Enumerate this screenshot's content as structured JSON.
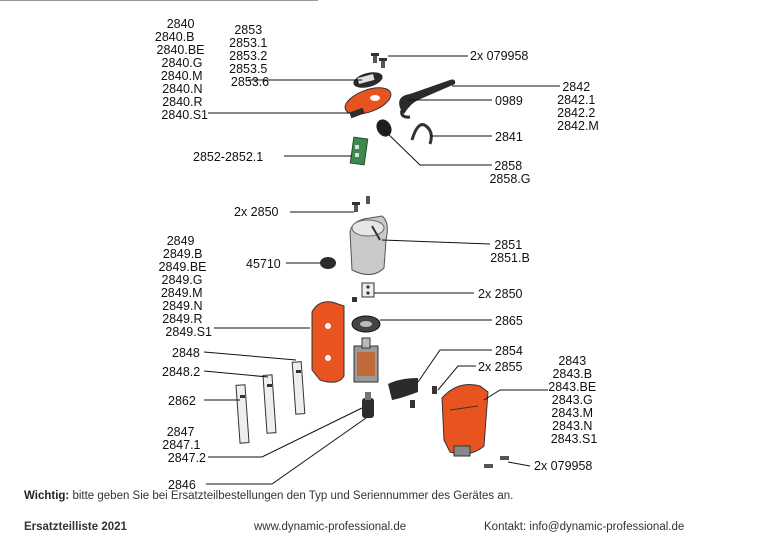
{
  "diagram": {
    "part_labels": {
      "group_2840": [
        "2840",
        "2840.B",
        "2840.BE",
        "2840.G",
        "2840.M",
        "2840.N",
        "2840.R",
        "2840.S1"
      ],
      "group_2853": [
        "2853",
        "2853.1",
        "2853.2",
        "2853.5",
        "2853.6"
      ],
      "screws_top": "2x 079958",
      "group_2842": [
        "2842",
        "2842.1",
        "2842.2",
        "2842.M"
      ],
      "part_0989": "0989",
      "part_2841": "2841",
      "group_2858": [
        "2858",
        "2858.G"
      ],
      "group_2852": "2852-2852.1",
      "screws_2850_a": "2x 2850",
      "group_2849": [
        "2849",
        "2849.B",
        "2849.BE",
        "2849.G",
        "2849.M",
        "2849.N",
        "2849.R",
        "2849.S1"
      ],
      "group_2851": [
        "2851",
        "2851.B"
      ],
      "part_45710": "45710",
      "screws_2850_b": "2x 2850",
      "part_2865": "2865",
      "part_2854": "2854",
      "part_2848": "2848",
      "screws_2855": "2x 2855",
      "part_2848_2": "2848.2",
      "group_2843": [
        "2843",
        "2843.B",
        "2843.BE",
        "2843.G",
        "2843.M",
        "2843.N",
        "2843.S1"
      ],
      "part_2862": "2862",
      "group_2847": [
        "2847",
        "2847.1",
        "2847.2"
      ],
      "part_2846": "2846",
      "screws_bottom": "2x 079958"
    },
    "colors": {
      "housing_orange": "#e8531f",
      "housing_grey": "#c9c9c9",
      "pcb_green": "#3e8a4e",
      "dark": "#222222"
    }
  },
  "footer": {
    "note_bold": "Wichtig:",
    "note_text": " bitte geben Sie bei Ersatzteilbestellungen den Typ und Seriennummer des Gerätes an.",
    "title": "Ersatzteilliste 2021",
    "website": "www.dynamic-professional.de",
    "contact": "Kontakt: info@dynamic-professional.de"
  }
}
